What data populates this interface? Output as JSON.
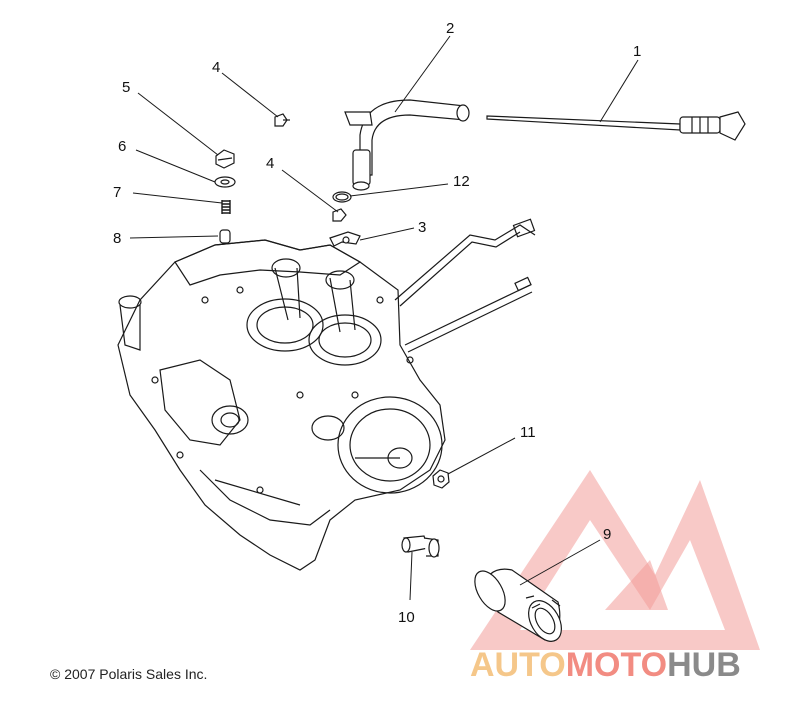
{
  "callouts": [
    "1",
    "2",
    "3",
    "4",
    "4",
    "5",
    "6",
    "7",
    "8",
    "9",
    "10",
    "11",
    "12"
  ],
  "copyright": "© 2007 Polaris Sales Inc.",
  "watermark": {
    "part1": "AUTO",
    "part2": "MOTO",
    "part3": "HUB",
    "color1": "#f5c78a",
    "color2": "#f28c82",
    "color3": "#8a8a8a",
    "triangle_color": "#f08a86"
  },
  "line_color": "#1a1a1a"
}
